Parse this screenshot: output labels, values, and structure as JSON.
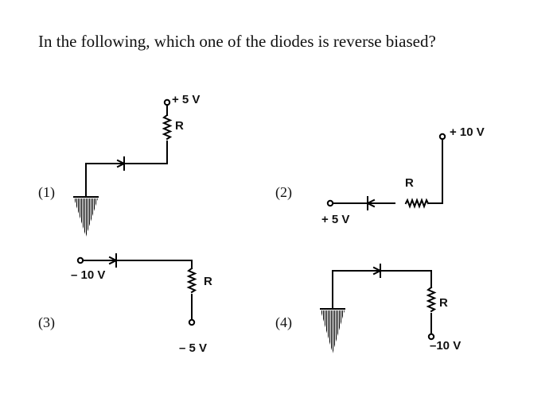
{
  "question": "In the following, which one of the diodes is reverse biased?",
  "options": [
    {
      "number": "(1)",
      "labels": {
        "voltage": "+ 5 V",
        "resistor": "R"
      }
    },
    {
      "number": "(2)",
      "labels": {
        "voltage_top": "+ 10 V",
        "resistor": "R",
        "voltage_bottom": "+ 5 V"
      }
    },
    {
      "number": "(3)",
      "labels": {
        "voltage_left": "– 10 V",
        "resistor": "R",
        "voltage_bottom": "– 5 V"
      }
    },
    {
      "number": "(4)",
      "labels": {
        "resistor": "R",
        "voltage": "–10 V"
      }
    }
  ]
}
